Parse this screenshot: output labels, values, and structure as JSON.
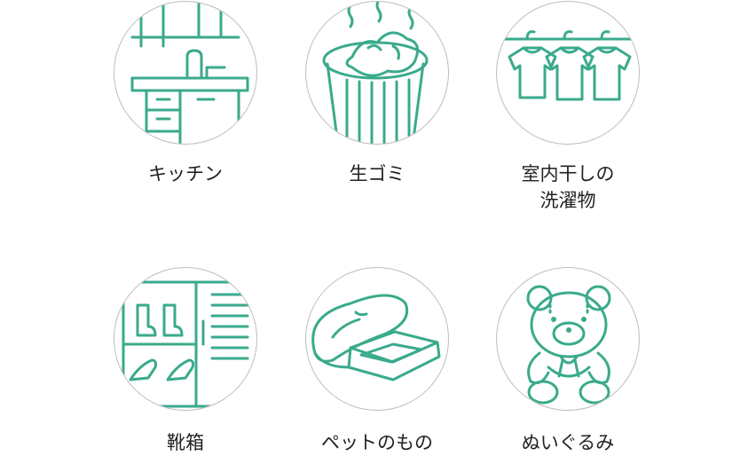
{
  "accent_color": "#3aaa8c",
  "items": [
    {
      "label": "キッチン",
      "icon": "kitchen-sink-icon"
    },
    {
      "label": "生ゴミ",
      "icon": "garbage-bin-icon"
    },
    {
      "label": "室内干しの\n洗濯物",
      "icon": "laundry-icon"
    },
    {
      "label": "靴箱",
      "icon": "shoe-cabinet-icon"
    },
    {
      "label": "ペットのもの",
      "icon": "pet-bed-icon"
    },
    {
      "label": "ぬいぐるみ",
      "icon": "teddy-bear-icon"
    }
  ]
}
